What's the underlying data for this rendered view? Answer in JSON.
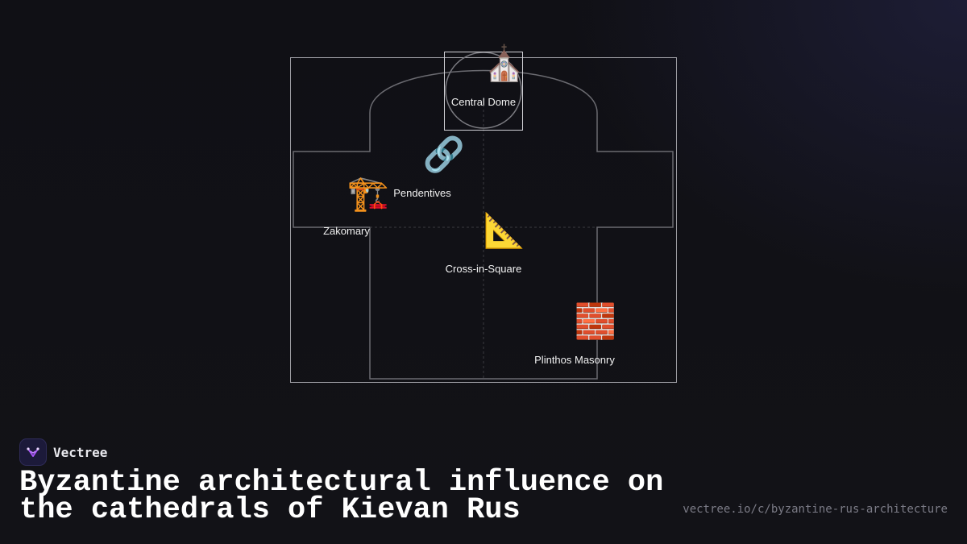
{
  "diagram": {
    "nodes": [
      {
        "id": "central-dome",
        "label": "Central Dome",
        "icon": "church-icon",
        "glyph": "⛪"
      },
      {
        "id": "pendentives",
        "label": "Pendentives",
        "icon": "link-icon",
        "glyph": "🔗"
      },
      {
        "id": "zakomary",
        "label": "Zakomary",
        "icon": "construction-crane-icon",
        "glyph": "🏗️"
      },
      {
        "id": "cross-in-square",
        "label": "Cross-in-Square",
        "icon": "triangular-ruler-icon",
        "glyph": "📐"
      },
      {
        "id": "plinthos-masonry",
        "label": "Plinthos Masonry",
        "icon": "brick-icon",
        "glyph": "🧱"
      }
    ]
  },
  "brand": {
    "name": "Vectree",
    "logo_icon": "vectree-logo-icon"
  },
  "footer": {
    "title": "Byzantine architectural influence on the cathedrals of Kievan Rus",
    "url": "vectree.io/c/byzantine-rus-architecture"
  },
  "colors": {
    "background": "#111116",
    "outline": "#8a8a8f",
    "accent": "#a855f7"
  }
}
